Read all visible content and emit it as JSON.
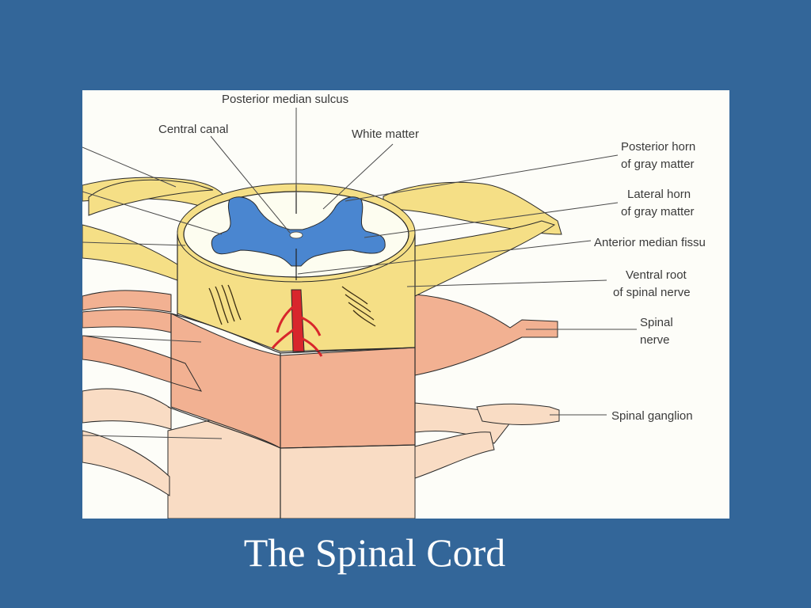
{
  "slide": {
    "title": "The Spinal Cord",
    "background_color": "#336699"
  },
  "figure": {
    "colors": {
      "white_matter_and_roots": "#f5df86",
      "gray_matter": "#4a86d0",
      "pia_layer": "#f2b192",
      "arachnoid_layer": "#f9dcc4",
      "blood_vessel": "#d8262c",
      "paper": "#fdfdf8"
    },
    "labels": {
      "posterior_median_sulcus": "Posterior median sulcus",
      "central_canal": "Central canal",
      "white_matter": "White matter",
      "posterior_horn_line1": "Posterior horn",
      "posterior_horn_line2": "of gray matter",
      "lateral_horn_line1": "Lateral horn",
      "lateral_horn_line2": "of gray matter",
      "anterior_median_fissure": "Anterior median fissu",
      "ventral_root_line1": "Ventral root",
      "ventral_root_line2": "of spinal nerve",
      "spinal_nerve_line1": "Spinal",
      "spinal_nerve_line2": "nerve",
      "spinal_ganglion": "Spinal ganglion"
    }
  }
}
